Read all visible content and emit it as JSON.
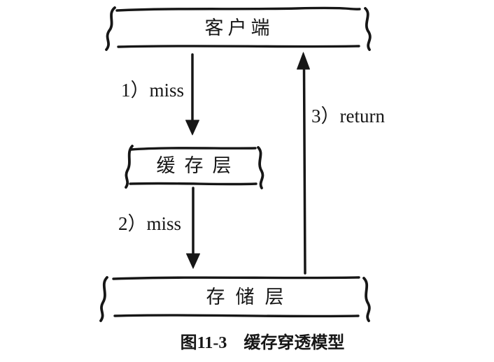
{
  "figure": {
    "nodes": {
      "client": {
        "label": "客户端"
      },
      "cache": {
        "label": "缓存层"
      },
      "storage": {
        "label": "存储层"
      }
    },
    "edges": {
      "step1": {
        "label": "1）miss",
        "from": "client",
        "to": "cache",
        "direction": "down"
      },
      "step2": {
        "label": "2）miss",
        "from": "cache",
        "to": "storage",
        "direction": "down"
      },
      "step3": {
        "label": "3）return",
        "from": "storage",
        "to": "client",
        "direction": "up"
      }
    },
    "caption": {
      "figure_number": "图11-3",
      "title": "缓存穿透模型"
    }
  },
  "colors": {
    "background": "#ffffff",
    "stroke": "#161616",
    "text": "#161616"
  }
}
